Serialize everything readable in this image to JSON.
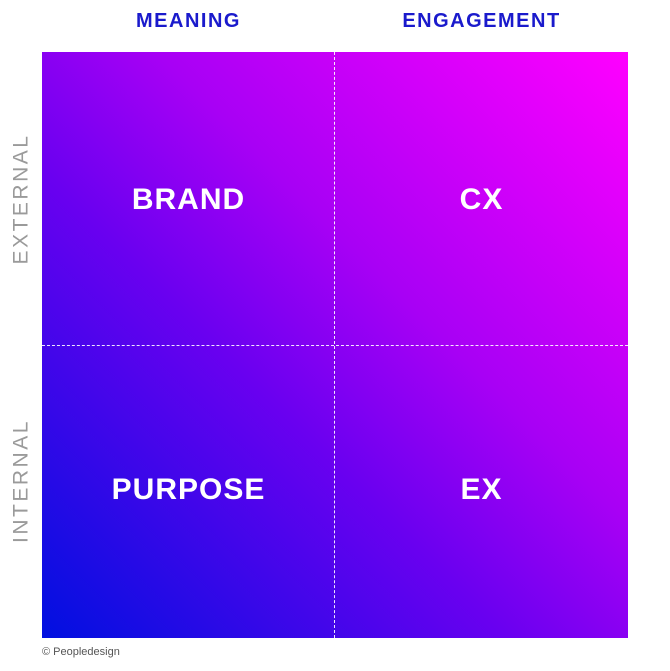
{
  "columns": {
    "left": "MEANING",
    "right": "ENGAGEMENT"
  },
  "rows": {
    "top": "EXTERNAL",
    "bottom": "INTERNAL"
  },
  "quadrants": {
    "top_left": "BRAND",
    "top_right": "CX",
    "bottom_left": "PURPOSE",
    "bottom_right": "EX"
  },
  "footer": {
    "copyright": "© Peopledesign"
  },
  "colors": {
    "header_text": "#1a1acc",
    "row_label_text": "#9a9a9a",
    "gradient_start": "#0010e0",
    "gradient_mid": "#a800f5",
    "gradient_end": "#ff00ff",
    "quadrant_text": "#ffffff"
  }
}
